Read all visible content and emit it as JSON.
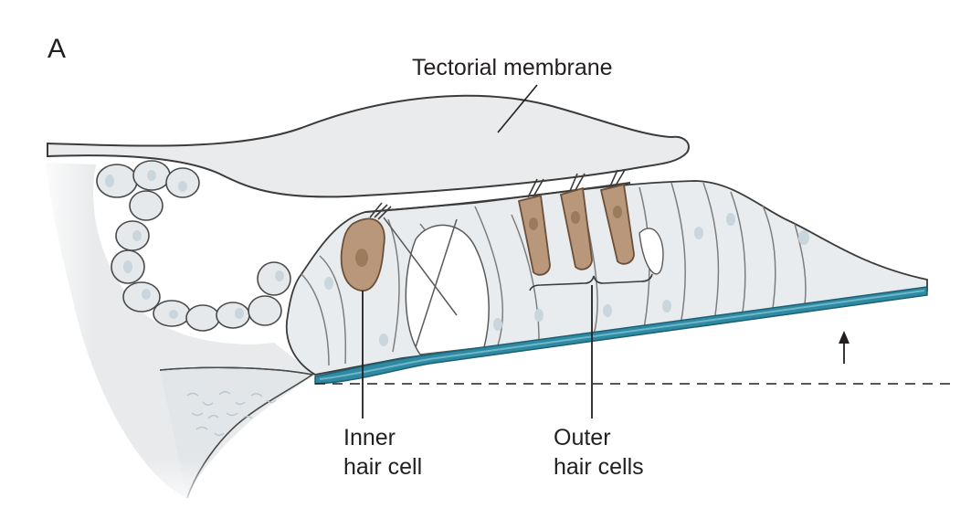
{
  "panel_letter": "A",
  "labels": {
    "tectorial": "Tectorial membrane",
    "inner": [
      "Inner",
      "hair cell"
    ],
    "outer": [
      "Outer",
      "hair cells"
    ]
  },
  "colors": {
    "tissue": "#e8eaeb",
    "tissue_dark": "#dcdfe1",
    "outline": "#4a4a4a",
    "cell_fill": "#f1f2f3",
    "nucleus": "#c9d6dd",
    "hair_cell": "#b8977a",
    "hair_cell_nucleus": "#9c7a5c",
    "basilar_membrane": "#2e8aa3",
    "basilar_membrane_light": "#6fb6c9"
  },
  "icons": {
    "arrow": "upward-displacement-arrow"
  }
}
